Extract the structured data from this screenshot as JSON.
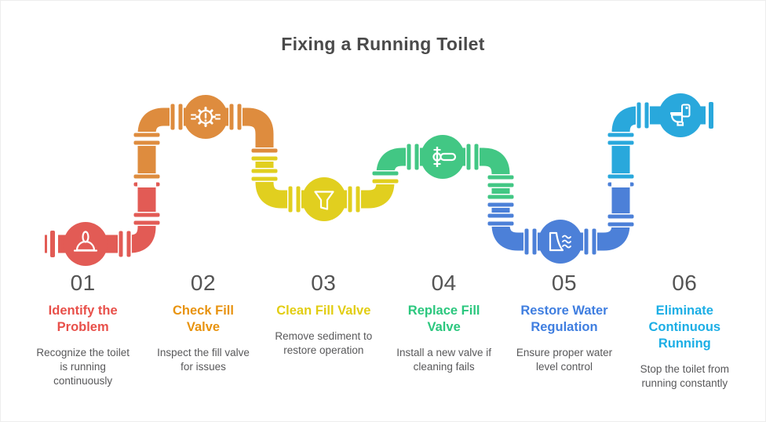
{
  "title": "Fixing a Running Toilet",
  "steps": [
    {
      "number": "01",
      "title": "Identify the\nProblem",
      "description": "Recognize the toilet\nis running\ncontinuously",
      "title_color": "#e8504a",
      "pipe_color": "#e25b55",
      "icon": "plunger-icon"
    },
    {
      "number": "02",
      "title": "Check Fill\nValve",
      "description": "Inspect the fill valve\nfor issues",
      "title_color": "#e8930f",
      "pipe_color": "#de8c3e",
      "icon": "valve-warning-icon"
    },
    {
      "number": "03",
      "title": "Clean Fill Valve",
      "description": "Remove sediment to\nrestore operation",
      "title_color": "#e2cd13",
      "pipe_color": "#e1cf1f",
      "icon": "funnel-icon"
    },
    {
      "number": "04",
      "title": "Replace Fill\nValve",
      "description": "Install a new valve if\ncleaning fails",
      "title_color": "#2bc77e",
      "pipe_color": "#42c784",
      "icon": "valve-lever-icon"
    },
    {
      "number": "05",
      "title": "Restore Water\nRegulation",
      "description": "Ensure proper water\nlevel control",
      "title_color": "#3f7ee0",
      "pipe_color": "#4c80d8",
      "icon": "water-regulation-icon"
    },
    {
      "number": "06",
      "title": "Eliminate\nContinuous\nRunning",
      "description": "Stop the toilet from\nrunning constantly",
      "title_color": "#1caee5",
      "pipe_color": "#29a8dc",
      "icon": "toilet-icon"
    }
  ]
}
